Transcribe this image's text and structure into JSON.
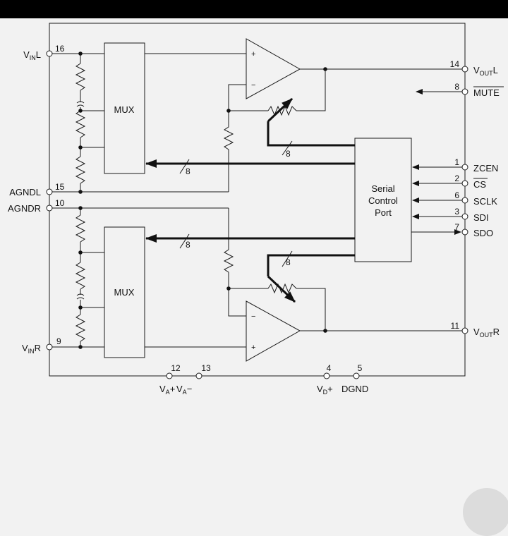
{
  "diagram": {
    "chip": {
      "mux_left": "MUX",
      "mux_right": "MUX",
      "serial_port": [
        "Serial",
        "Control",
        "Port"
      ],
      "bus_width": "8",
      "opamp_plus": "+",
      "opamp_minus": "−"
    },
    "pins": {
      "vin_l": {
        "num": "16",
        "base": "V",
        "sub": "IN",
        "suffix": "L"
      },
      "agndl": {
        "num": "15",
        "label": "AGNDL"
      },
      "agndr": {
        "num": "10",
        "label": "AGNDR"
      },
      "vin_r": {
        "num": "9",
        "base": "V",
        "sub": "IN",
        "suffix": "R"
      },
      "vout_l": {
        "num": "14",
        "base": "V",
        "sub": "OUT",
        "suffix": "L"
      },
      "mute": {
        "num": "8",
        "label": "MUTE"
      },
      "zcen": {
        "num": "1",
        "label": "ZCEN"
      },
      "cs": {
        "num": "2",
        "label": "CS"
      },
      "sclk": {
        "num": "6",
        "label": "SCLK"
      },
      "sdi": {
        "num": "3",
        "label": "SDI"
      },
      "sdo": {
        "num": "7",
        "label": "SDO"
      },
      "vout_r": {
        "num": "11",
        "base": "V",
        "sub": "OUT",
        "suffix": "R"
      },
      "va_plus": {
        "num": "12",
        "base": "V",
        "sub": "A",
        "suffix": "+"
      },
      "va_minus": {
        "num": "13",
        "base": "V",
        "sub": "A",
        "suffix": "−"
      },
      "vd_plus": {
        "num": "4",
        "base": "V",
        "sub": "D",
        "suffix": "+"
      },
      "dgnd": {
        "num": "5",
        "label": "DGND"
      }
    }
  }
}
